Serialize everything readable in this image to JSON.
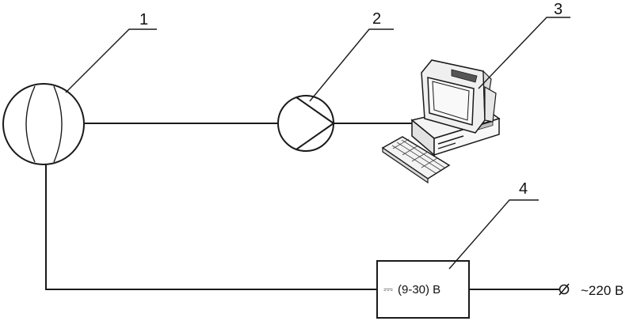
{
  "labels": {
    "sensor": "1",
    "converter": "2",
    "computer": "3",
    "power_supply": "4"
  },
  "power_supply": {
    "dc_symbol": "⎓",
    "range": "(9-30) В"
  },
  "mains": {
    "voltage": "~220 В"
  }
}
